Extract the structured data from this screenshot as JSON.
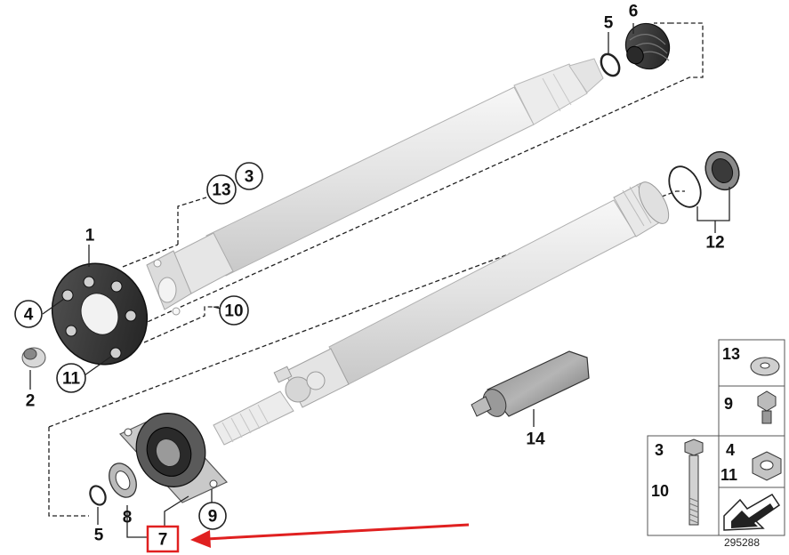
{
  "diagram_id": "295288",
  "callout_labels": {
    "l1": "1",
    "l2": "2",
    "l3": "3",
    "l4": "4",
    "l5_top": "5",
    "l5_bottom": "5",
    "l6": "6",
    "l7": "7",
    "l8": "8",
    "l9": "9",
    "l10": "10",
    "l11": "11",
    "l12": "12",
    "l13": "13",
    "l14": "14"
  },
  "legend_labels": {
    "washer": "13",
    "flange_bolt": "9",
    "bolt_a": "3",
    "bolt_b": "10",
    "nut_a": "4",
    "nut_b": "11"
  },
  "colors": {
    "highlight": "#e02020",
    "shaft_light": "#eeeeee",
    "shaft_mid": "#d9d9d9",
    "rubber_dark": "#3a3a3a"
  },
  "icons": [
    "propshaft-front-icon",
    "propshaft-rear-icon",
    "flex-disc-icon",
    "center-bearing-icon",
    "grease-tube-icon",
    "bolt-icon",
    "nut-icon",
    "washer-icon",
    "arrow-icon"
  ]
}
